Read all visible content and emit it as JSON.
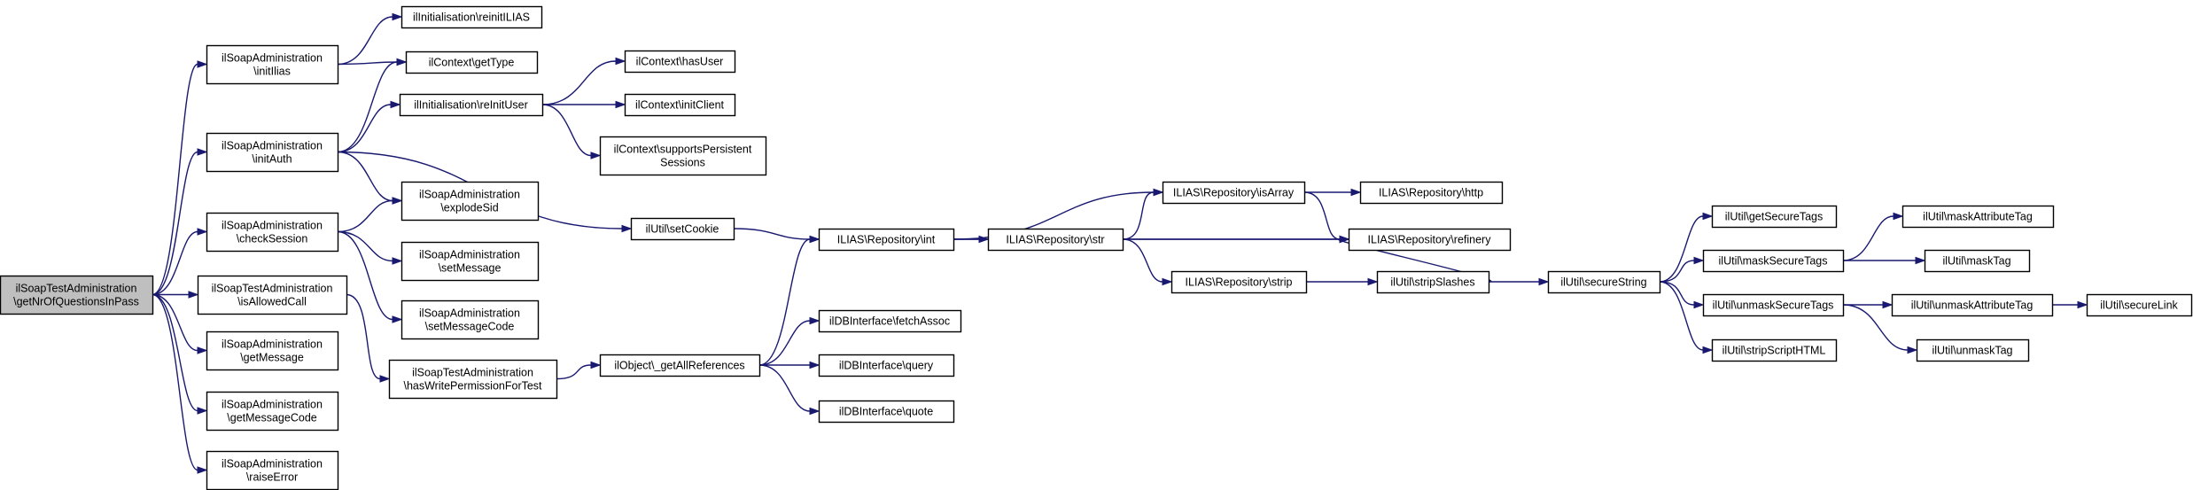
{
  "graph": {
    "title": "",
    "nodes": [
      {
        "id": "root",
        "lines": [
          "ilSoapTestAdministration",
          "\\getNrOfQuestionsInPass"
        ],
        "root": true
      },
      {
        "id": "initIlias",
        "lines": [
          "ilSoapAdministration",
          "\\initIlias"
        ]
      },
      {
        "id": "initAuth",
        "lines": [
          "ilSoapAdministration",
          "\\initAuth"
        ]
      },
      {
        "id": "checkSession",
        "lines": [
          "ilSoapAdministration",
          "\\checkSession"
        ]
      },
      {
        "id": "isAllowedCall",
        "lines": [
          "ilSoapTestAdministration",
          "\\isAllowedCall"
        ]
      },
      {
        "id": "getMessage",
        "lines": [
          "ilSoapAdministration",
          "\\getMessage"
        ]
      },
      {
        "id": "getMessageCode",
        "lines": [
          "ilSoapAdministration",
          "\\getMessageCode"
        ]
      },
      {
        "id": "raiseError",
        "lines": [
          "ilSoapAdministration",
          "\\raiseError"
        ]
      },
      {
        "id": "reinitILIAS",
        "lines": [
          "ilInitialisation\\reinitILIAS"
        ]
      },
      {
        "id": "getType",
        "lines": [
          "ilContext\\getType"
        ]
      },
      {
        "id": "reInitUser",
        "lines": [
          "ilInitialisation\\reInitUser"
        ]
      },
      {
        "id": "explodeSid",
        "lines": [
          "ilSoapAdministration",
          "\\explodeSid"
        ]
      },
      {
        "id": "setMessage",
        "lines": [
          "ilSoapAdministration",
          "\\setMessage"
        ]
      },
      {
        "id": "setMessageCode",
        "lines": [
          "ilSoapAdministration",
          "\\setMessageCode"
        ]
      },
      {
        "id": "hasWritePermission",
        "lines": [
          "ilSoapTestAdministration",
          "\\hasWritePermissionForTest"
        ]
      },
      {
        "id": "hasUser",
        "lines": [
          "ilContext\\hasUser"
        ]
      },
      {
        "id": "initClient",
        "lines": [
          "ilContext\\initClient"
        ]
      },
      {
        "id": "supportsPersistent",
        "lines": [
          "ilContext\\supportsPersistent",
          "Sessions"
        ]
      },
      {
        "id": "setCookie",
        "lines": [
          "ilUtil\\setCookie"
        ]
      },
      {
        "id": "getAllReferences",
        "lines": [
          "ilObject\\_getAllReferences"
        ]
      },
      {
        "id": "repoInt",
        "lines": [
          "ILIAS\\Repository\\int"
        ]
      },
      {
        "id": "fetchAssoc",
        "lines": [
          "ilDBInterface\\fetchAssoc"
        ]
      },
      {
        "id": "query",
        "lines": [
          "ilDBInterface\\query"
        ]
      },
      {
        "id": "quote",
        "lines": [
          "ilDBInterface\\quote"
        ]
      },
      {
        "id": "repoStr",
        "lines": [
          "ILIAS\\Repository\\str"
        ]
      },
      {
        "id": "repoIsArray",
        "lines": [
          "ILIAS\\Repository\\isArray"
        ]
      },
      {
        "id": "repoStrip",
        "lines": [
          "ILIAS\\Repository\\strip"
        ]
      },
      {
        "id": "repoHttp",
        "lines": [
          "ILIAS\\Repository\\http"
        ]
      },
      {
        "id": "repoRefinery",
        "lines": [
          "ILIAS\\Repository\\refinery"
        ]
      },
      {
        "id": "stripSlashes",
        "lines": [
          "ilUtil\\stripSlashes"
        ]
      },
      {
        "id": "secureString",
        "lines": [
          "ilUtil\\secureString"
        ]
      },
      {
        "id": "getSecureTags",
        "lines": [
          "ilUtil\\getSecureTags"
        ]
      },
      {
        "id": "maskSecureTags",
        "lines": [
          "ilUtil\\maskSecureTags"
        ]
      },
      {
        "id": "unmaskSecureTags",
        "lines": [
          "ilUtil\\unmaskSecureTags"
        ]
      },
      {
        "id": "stripScriptHTML",
        "lines": [
          "ilUtil\\stripScriptHTML"
        ]
      },
      {
        "id": "maskAttributeTag",
        "lines": [
          "ilUtil\\maskAttributeTag"
        ]
      },
      {
        "id": "maskTag",
        "lines": [
          "ilUtil\\maskTag"
        ]
      },
      {
        "id": "unmaskAttributeTag",
        "lines": [
          "ilUtil\\unmaskAttributeTag"
        ]
      },
      {
        "id": "unmaskTag",
        "lines": [
          "ilUtil\\unmaskTag"
        ]
      },
      {
        "id": "secureLink",
        "lines": [
          "ilUtil\\secureLink"
        ]
      }
    ],
    "edges": [
      [
        "root",
        "initIlias"
      ],
      [
        "root",
        "initAuth"
      ],
      [
        "root",
        "checkSession"
      ],
      [
        "root",
        "isAllowedCall"
      ],
      [
        "root",
        "getMessage"
      ],
      [
        "root",
        "getMessageCode"
      ],
      [
        "root",
        "raiseError"
      ],
      [
        "initIlias",
        "reinitILIAS"
      ],
      [
        "initIlias",
        "getType"
      ],
      [
        "initAuth",
        "getType"
      ],
      [
        "initAuth",
        "reInitUser"
      ],
      [
        "initAuth",
        "explodeSid"
      ],
      [
        "initAuth",
        "setCookie"
      ],
      [
        "reInitUser",
        "hasUser"
      ],
      [
        "reInitUser",
        "initClient"
      ],
      [
        "reInitUser",
        "supportsPersistent"
      ],
      [
        "checkSession",
        "explodeSid"
      ],
      [
        "checkSession",
        "setMessage"
      ],
      [
        "checkSession",
        "setMessageCode"
      ],
      [
        "isAllowedCall",
        "hasWritePermission"
      ],
      [
        "hasWritePermission",
        "getAllReferences"
      ],
      [
        "setCookie",
        "repoInt"
      ],
      [
        "getAllReferences",
        "repoInt"
      ],
      [
        "getAllReferences",
        "fetchAssoc"
      ],
      [
        "getAllReferences",
        "query"
      ],
      [
        "getAllReferences",
        "quote"
      ],
      [
        "repoInt",
        "repoIsArray"
      ],
      [
        "repoInt",
        "repoStr"
      ],
      [
        "repoInt",
        "repoRefinery"
      ],
      [
        "repoStr",
        "repoIsArray"
      ],
      [
        "repoStr",
        "repoRefinery"
      ],
      [
        "repoStr",
        "repoStrip"
      ],
      [
        "repoIsArray",
        "repoHttp"
      ],
      [
        "repoIsArray",
        "repoRefinery"
      ],
      [
        "repoStrip",
        "stripSlashes"
      ],
      [
        "stripSlashes",
        "repoRefinery"
      ],
      [
        "stripSlashes",
        "secureString"
      ],
      [
        "secureString",
        "getSecureTags"
      ],
      [
        "secureString",
        "maskSecureTags"
      ],
      [
        "secureString",
        "unmaskSecureTags"
      ],
      [
        "secureString",
        "stripScriptHTML"
      ],
      [
        "maskSecureTags",
        "maskAttributeTag"
      ],
      [
        "maskSecureTags",
        "maskTag"
      ],
      [
        "unmaskSecureTags",
        "unmaskAttributeTag"
      ],
      [
        "unmaskSecureTags",
        "unmaskTag"
      ],
      [
        "unmaskAttributeTag",
        "secureLink"
      ]
    ]
  }
}
